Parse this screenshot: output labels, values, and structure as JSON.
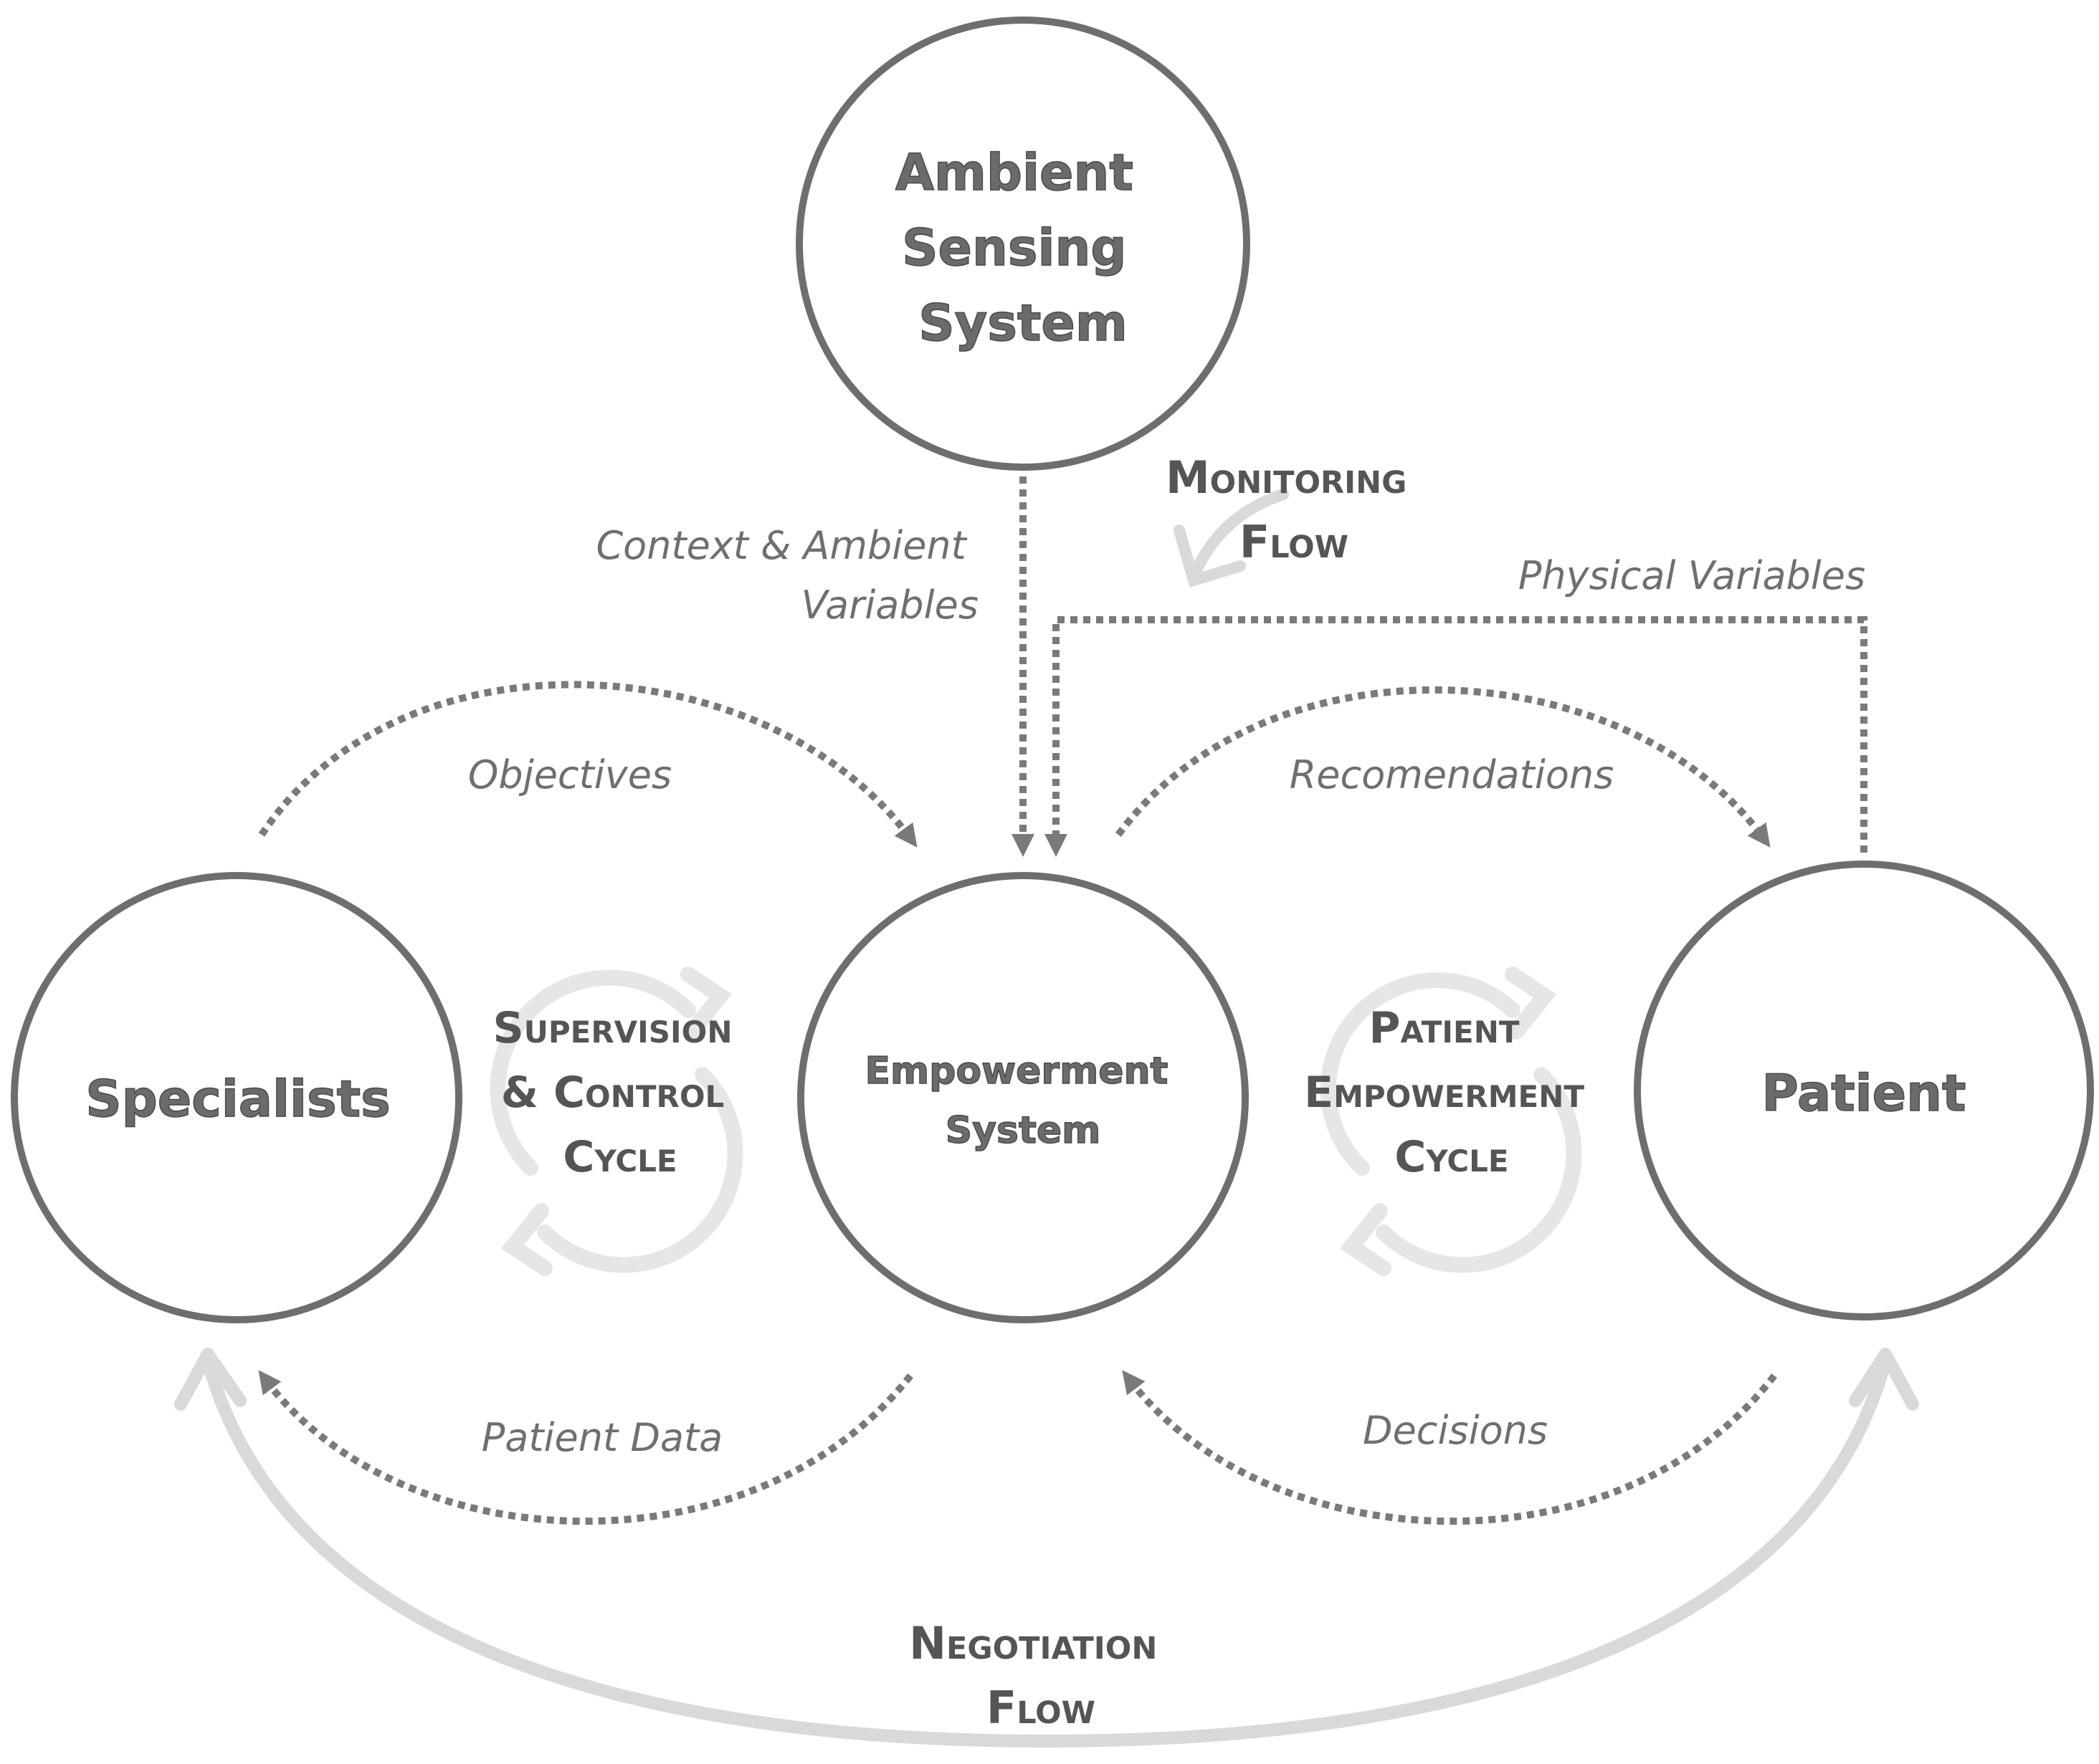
{
  "colors": {
    "circle_stroke": "#6e6e6e",
    "dotted_arrow": "#7a7a7a",
    "negotiation_arrow": "#d9d9d9",
    "cycle_icon": "#e6e6e6"
  },
  "nodes": {
    "ambient": {
      "lines": [
        "Ambient",
        "Sensing",
        "System"
      ]
    },
    "empowerment": {
      "lines": [
        "Empowerment",
        "System"
      ]
    },
    "specialists": {
      "lines": [
        "Specialists"
      ]
    },
    "patient": {
      "lines": [
        "Patient"
      ]
    }
  },
  "edges": {
    "context": {
      "lines": [
        "Context & Ambient",
        "Variables"
      ]
    },
    "physical": {
      "label": "Physical Variables"
    },
    "objectives": {
      "label": "Objectives"
    },
    "recommendations": {
      "label": "Recomendations"
    },
    "patient_data": {
      "label": "Patient Data"
    },
    "decisions": {
      "label": "Decisions"
    }
  },
  "flows": {
    "monitoring": {
      "lines": [
        "Monitoring",
        "Flow"
      ]
    },
    "negotiation": {
      "lines": [
        "Negotiation",
        "Flow"
      ]
    }
  },
  "cycles": {
    "supervision": {
      "lines": [
        "Supervision",
        "& Control",
        "Cycle"
      ]
    },
    "patient_empowerment": {
      "lines": [
        "Patient",
        "Empowerment",
        "Cycle"
      ]
    }
  }
}
